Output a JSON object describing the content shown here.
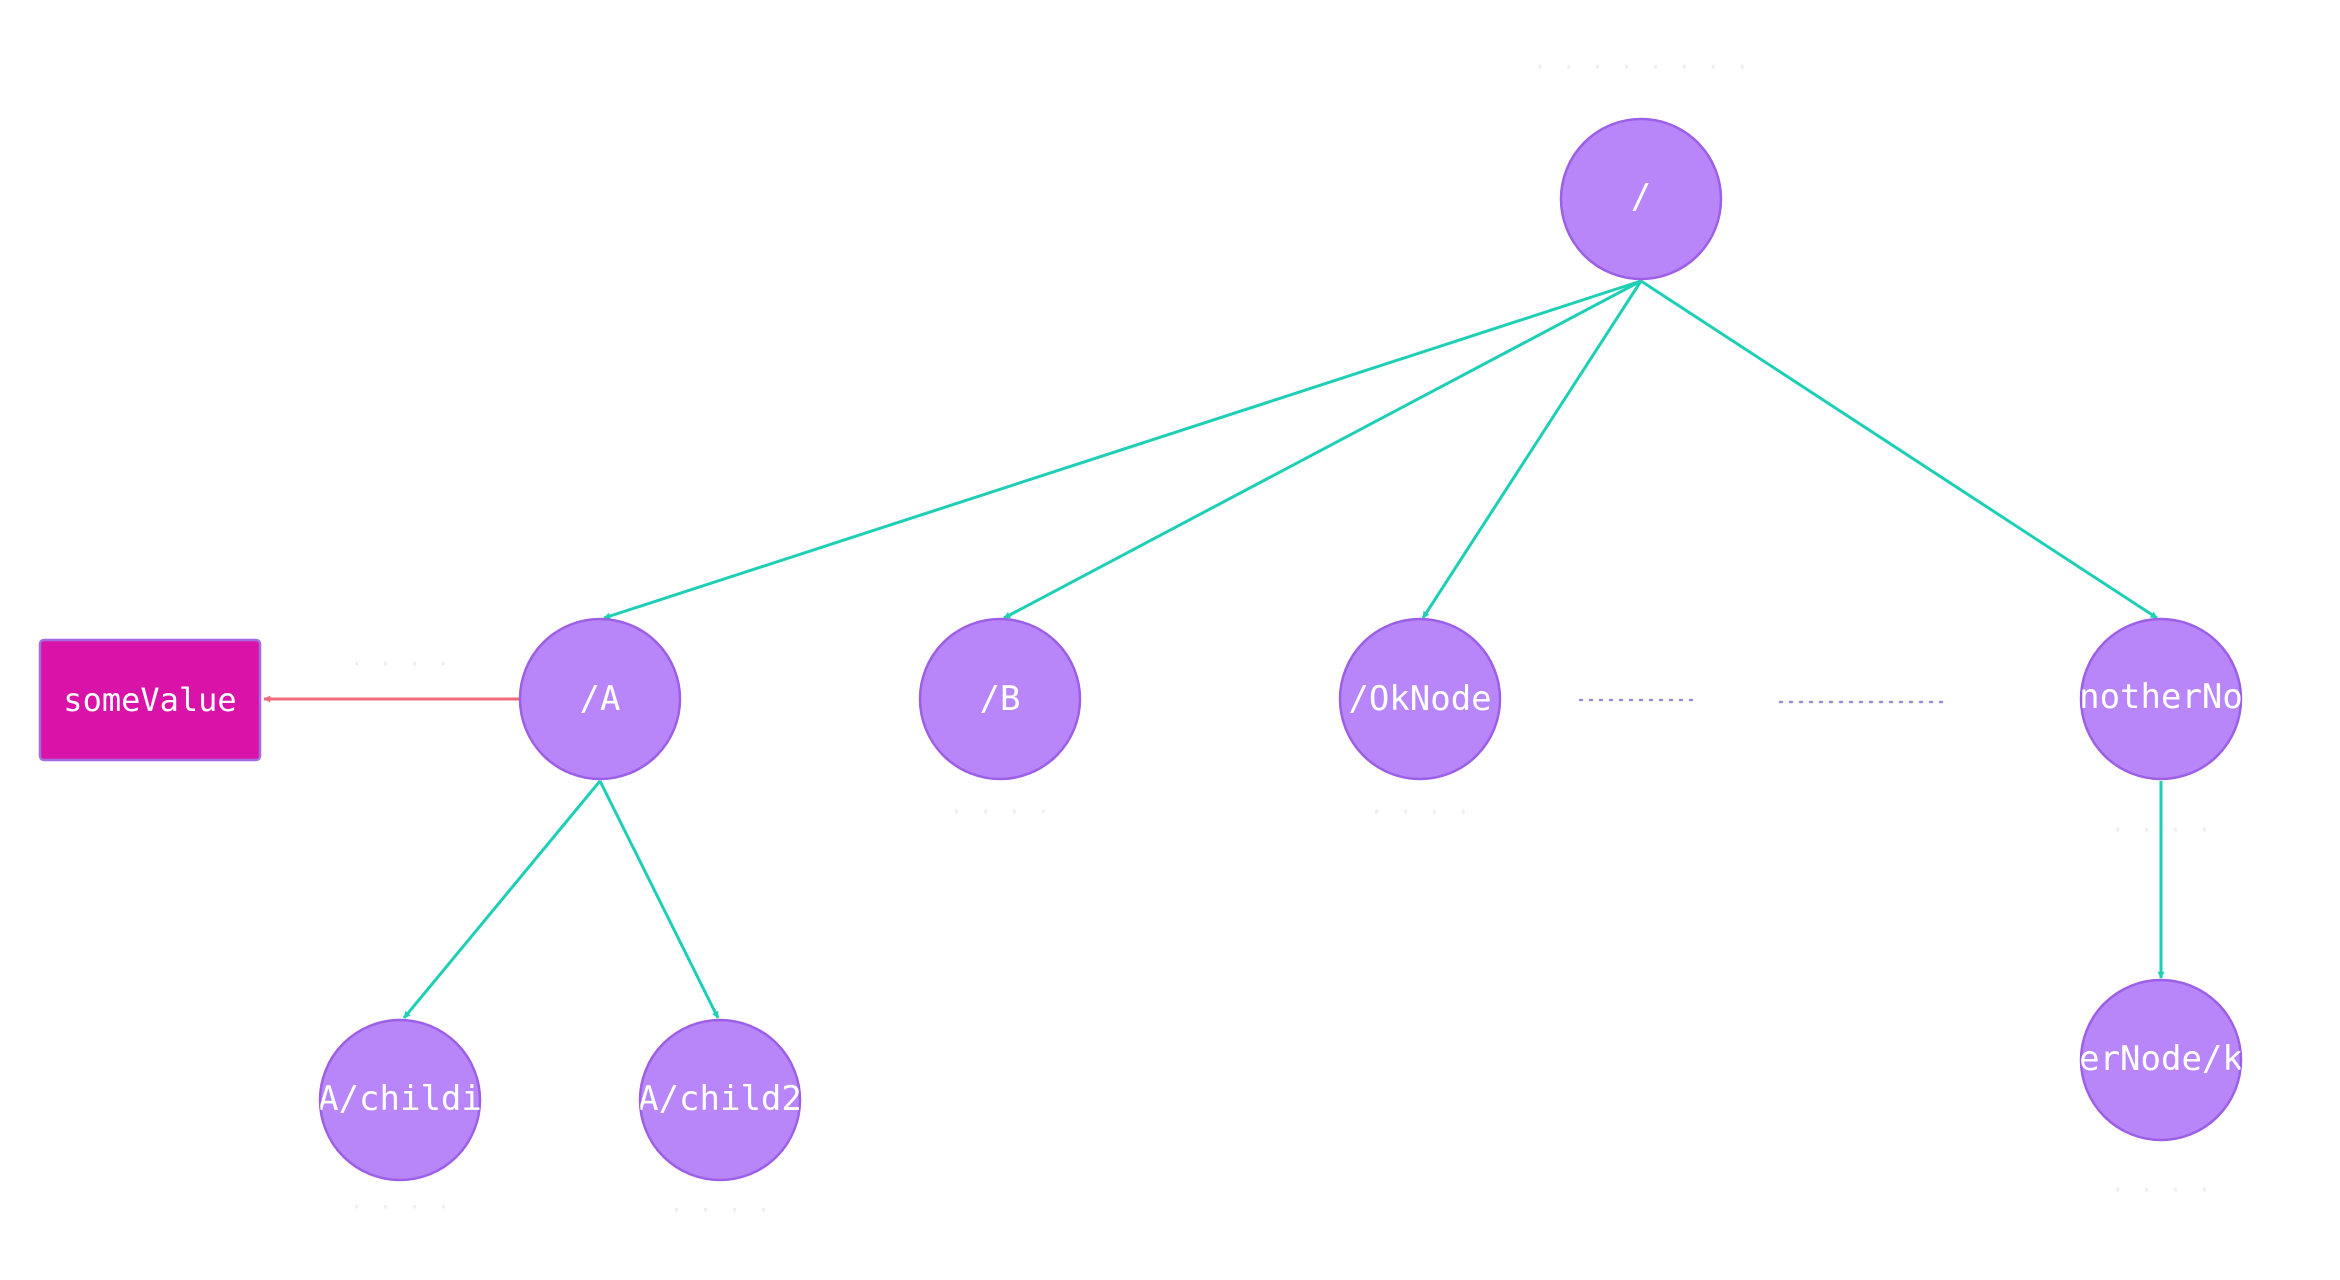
{
  "nodes": {
    "root": {
      "label": "/"
    },
    "a": {
      "label": "/A"
    },
    "b": {
      "label": "/B"
    },
    "ok": {
      "label": "/OkNode"
    },
    "another": {
      "label": "notherNo"
    },
    "a_child1": {
      "label": "A/childi"
    },
    "a_child2": {
      "label": "A/child2"
    },
    "another_child": {
      "label": "erNode/k"
    }
  },
  "value_box": {
    "label": "someValue"
  },
  "colors": {
    "node_fill": "#b886f8",
    "node_stroke": "#9c5fe6",
    "value_fill": "#d912a8",
    "child_edge": "#1ecfb6",
    "value_edge": "#f06b78",
    "ellipsis": "#9a8fd6"
  }
}
